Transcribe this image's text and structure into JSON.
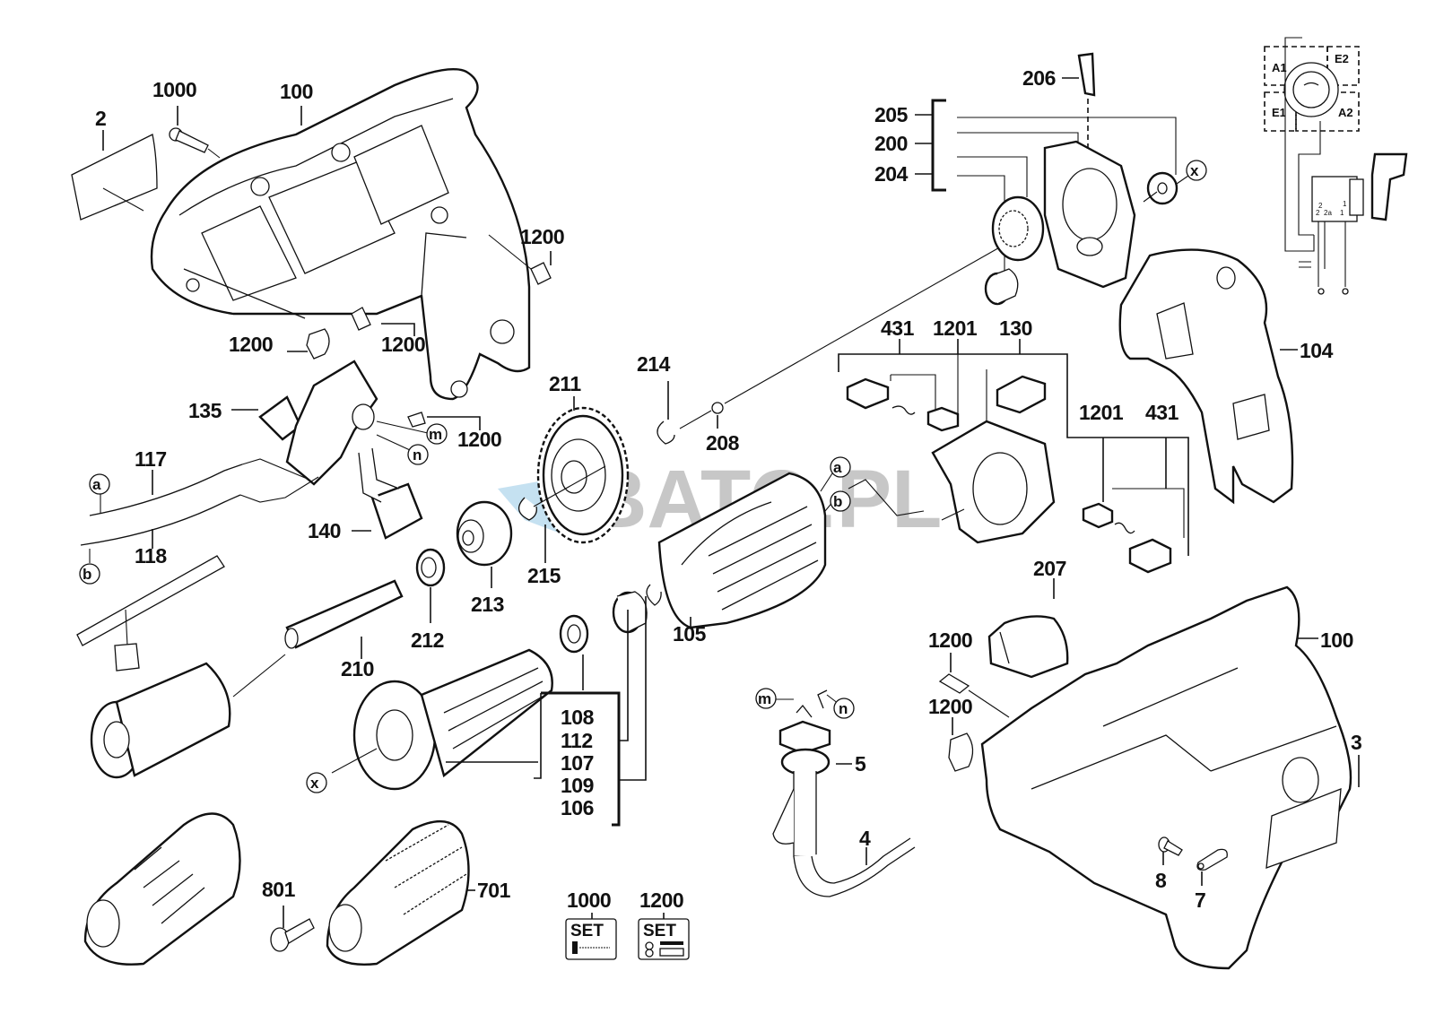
{
  "diagram": {
    "title": "Exploded parts diagram — electric impact drill",
    "watermark": "BATO.PL",
    "watermark_accent_color": "#5aa9d6"
  },
  "labels": {
    "housing_left_screw": "1000",
    "housing_left": "100",
    "nameplate": "2",
    "pin_upper_right": "1200",
    "pin_lower": "1200",
    "clip_left": "1200",
    "switch_screw": "1200",
    "switch_bracket": "135",
    "cable_a": "117",
    "cable_b": "118",
    "suppressor": "140",
    "gear_large": "211",
    "circlip_214": "214",
    "ball_208": "208",
    "circlip_215": "215",
    "bearing_213": "213",
    "bearing_212": "212",
    "spindle": "210",
    "field_stator": "105",
    "bearing_108": "108",
    "sleeve_112": "112",
    "armature_107": "107",
    "circlip_109": "109",
    "armature_set_106": "106",
    "keyless_chuck": "701",
    "chuck_screw": "801",
    "set_1000": "1000",
    "set_1200": "1200",
    "set_word": "SET",
    "gear_housing_206": "206",
    "gear_housing_205": "205",
    "gear_housing_200": "200",
    "gear_housing_204": "204",
    "brush_holder_130": "130",
    "brush_431_left": "431",
    "brush_1201_left": "1201",
    "brush_1201_right": "1201",
    "brush_431_right": "431",
    "handle_104": "104",
    "cover_207": "207",
    "housing_right": "100",
    "pin_right_upper": "1200",
    "clip_right": "1200",
    "strain_relief": "5",
    "cord": "4",
    "screw_8": "8",
    "terminal_7": "7",
    "label_3": "3"
  },
  "connectors": {
    "a": "a",
    "b": "b",
    "m": "m",
    "n": "n",
    "x": "x"
  },
  "wiring": {
    "a1": "A1",
    "e2": "E2",
    "e1": "E1",
    "a2": "A2",
    "switch_pins": [
      "2",
      "2",
      "2a",
      "1",
      "1"
    ]
  }
}
